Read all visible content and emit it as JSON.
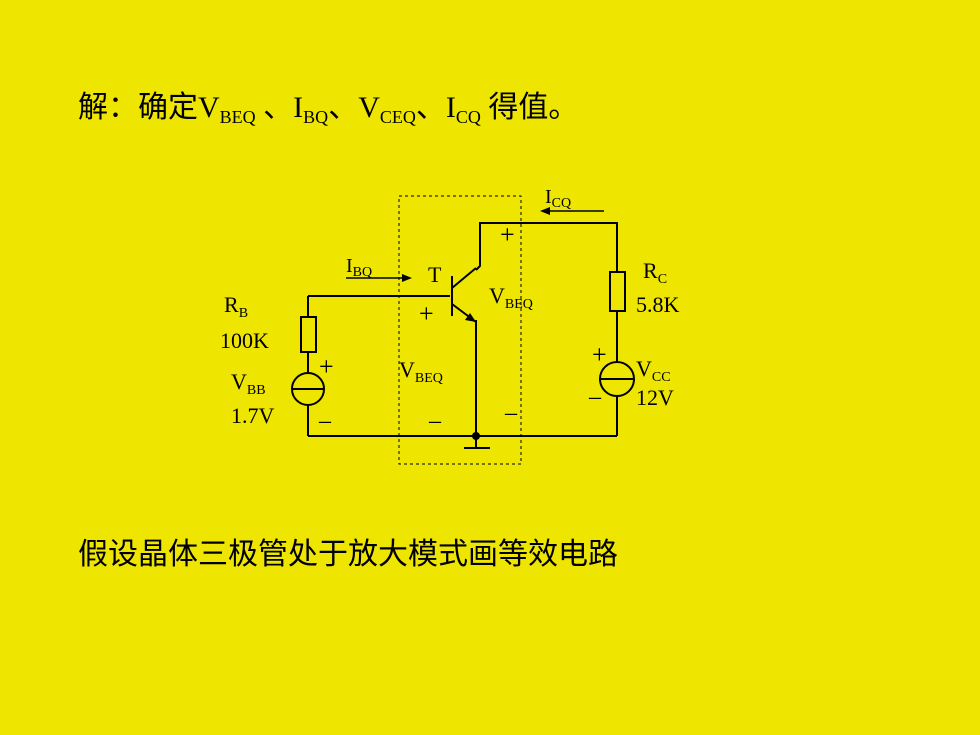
{
  "heading": {
    "prefix": "解：确定",
    "v_beq": {
      "main": "V",
      "sub": "BEQ"
    },
    "sep1": " 、",
    "i_bq": {
      "main": "I",
      "sub": "BQ"
    },
    "sep2": "、",
    "v_ceq": {
      "main": "V",
      "sub": "CEQ"
    },
    "sep3": "、",
    "i_cq": {
      "main": "I",
      "sub": "CQ"
    },
    "suffix": " 得值。"
  },
  "circuit": {
    "rb": {
      "main": "R",
      "sub": "B",
      "value": "100K"
    },
    "vbb": {
      "main": "V",
      "sub": "BB",
      "value": "1.7V"
    },
    "rc": {
      "main": "R",
      "sub": "C",
      "value": "5.8K"
    },
    "vcc": {
      "main": "V",
      "sub": "CC",
      "value": "12V"
    },
    "ibq": {
      "main": "I",
      "sub": "BQ"
    },
    "icq": {
      "main": "I",
      "sub": "CQ"
    },
    "transistor": "T",
    "vbeq_right": {
      "main": "V",
      "sub": "BEQ"
    },
    "vbeq_left": {
      "main": "V",
      "sub": "BEQ"
    },
    "plus": "+",
    "minus": "–"
  },
  "note": "假设晶体三极管处于放大模式画等效电路",
  "colors": {
    "background": "#EEE600",
    "ink": "#000000"
  }
}
